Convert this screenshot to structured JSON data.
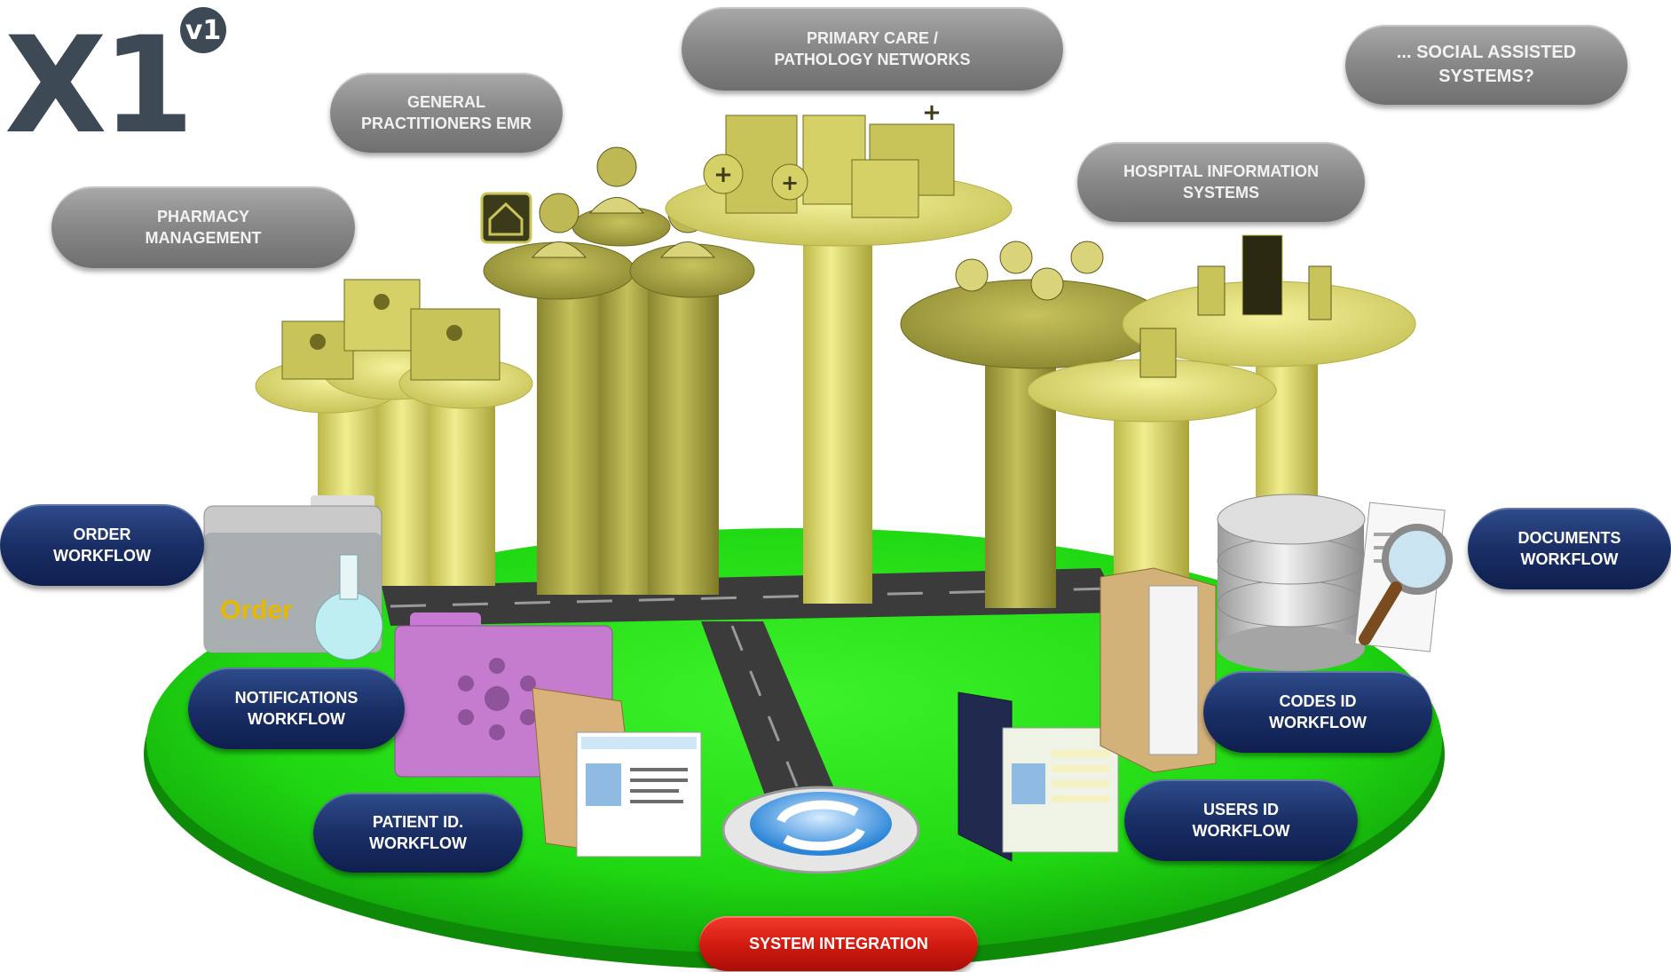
{
  "logo": {
    "text": "X1",
    "version": "v1"
  },
  "bubbles_top": {
    "pharmacy": "PHARMACY\nMANAGEMENT",
    "gp_emr": "GENERAL\nPRACTITIONERS EMR",
    "primary_care": "PRIMARY CARE /\nPATHOLOGY NETWORKS",
    "hospital": "HOSPITAL INFORMATION\nSYSTEMS",
    "social": "... SOCIAL ASSISTED\nSYSTEMS?"
  },
  "workflows": {
    "order": "ORDER\nWORKFLOW",
    "notifications": "NOTIFICATIONS\nWORKFLOW",
    "patient_id": "PATIENT ID.\nWORKFLOW",
    "documents": "DOCUMENTS\nWORKFLOW",
    "codes_id": "CODES ID\nWORKFLOW",
    "users_id": "USERS ID\nWORKFLOW"
  },
  "order_folder_label": "Order",
  "system_integration": "SYSTEM INTEGRATION",
  "colors": {
    "platform_green": "#22e014",
    "pillar_yellow": "#e2e07a",
    "pillar_dark": "#9d9a3a",
    "grey_pill": "#8a8a8a",
    "blue_pill": "#1a2f66",
    "red_pill": "#cf1a10"
  }
}
